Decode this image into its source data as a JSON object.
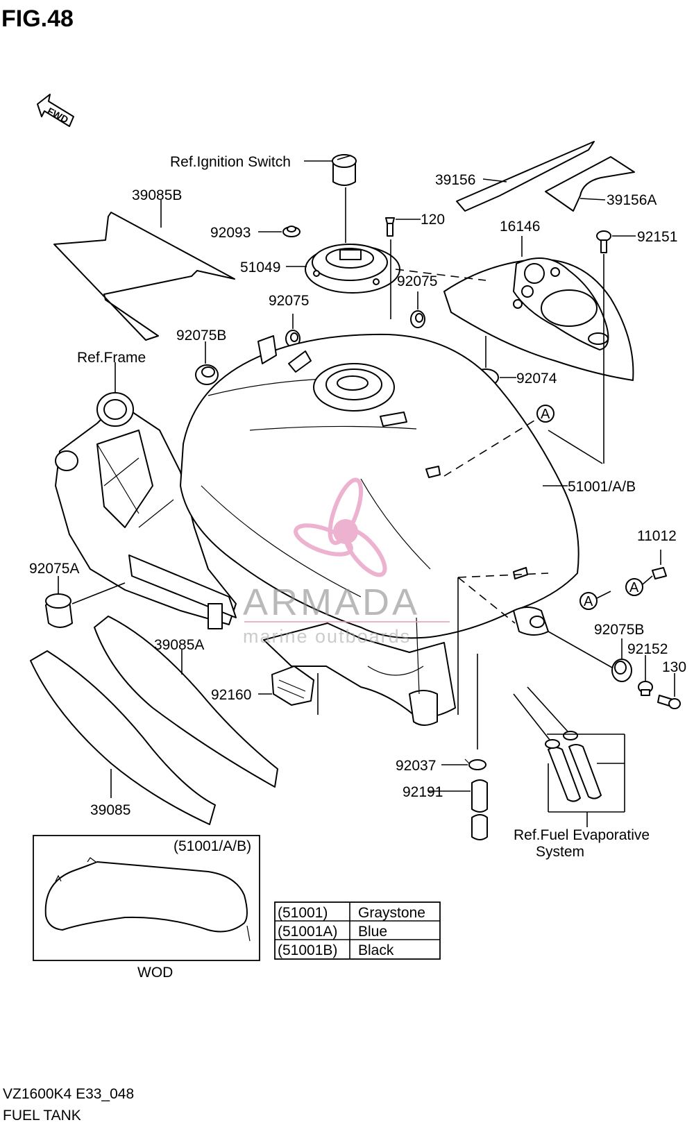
{
  "figure": {
    "title": "FIG.48",
    "fwd_label": "FWD"
  },
  "footer": {
    "model_code": "VZ1600K4 E33_048",
    "section": "FUEL TANK"
  },
  "callouts": {
    "ref_ignition": "Ref.Ignition Switch",
    "c39085b": "39085B",
    "c92093": "92093",
    "c51049": "51049",
    "c120": "120",
    "c39156": "39156",
    "c39156a": "39156A",
    "c16146": "16146",
    "c92151": "92151",
    "c92075_left": "92075",
    "c92075_right": "92075",
    "c92075b_top": "92075B",
    "ref_frame": "Ref.Frame",
    "c92074": "92074",
    "ref_a_1": "A",
    "c51001": "51001/A/B",
    "c11012": "11012",
    "ref_a_2": "A",
    "ref_a_3": "A",
    "c92075a": "92075A",
    "c92075b_bottom": "92075B",
    "c92152": "92152",
    "c130": "130",
    "c39085a": "39085A",
    "c92160": "92160",
    "c92037": "92037",
    "c92191": "92191",
    "c39085": "39085",
    "ref_evap_1": "Ref.Fuel Evaporative",
    "ref_evap_2": "System"
  },
  "inset": {
    "label": "(51001/A/B)",
    "caption": "WOD"
  },
  "color_table": {
    "rows": [
      {
        "code": "(51001)",
        "color": "Graystone"
      },
      {
        "code": "(51001A)",
        "color": "Blue"
      },
      {
        "code": "(51001B)",
        "color": "Black"
      }
    ]
  },
  "watermark": {
    "brand": "ARMADA",
    "tagline": "marine outboards",
    "accent": "#e8a0c4"
  }
}
